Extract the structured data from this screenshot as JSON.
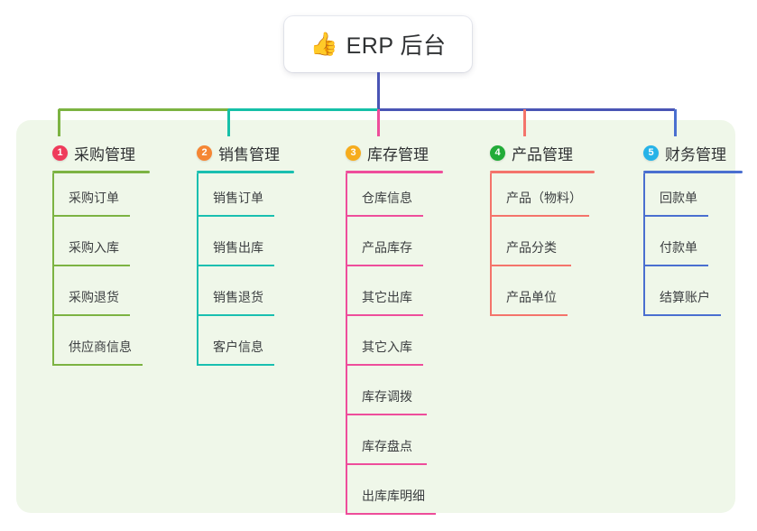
{
  "root": {
    "icon": "thumbs-up-icon",
    "emoji": "👍",
    "title": "ERP 后台"
  },
  "palette": {
    "panel_bg": "#eff7e9",
    "page_bg": "#ffffff",
    "stem": "#4a55b5",
    "bus_green": "#76b852",
    "bus_teal": "#16c0a8",
    "bus_indigo": "#4a55b5"
  },
  "columns": [
    {
      "number": "1",
      "label": "采购管理",
      "badge_color": "#ef3b5b",
      "line_color": "#7cb342",
      "drop_color": "#7cb342",
      "head_rule_width": 108,
      "items": [
        {
          "label": "采购订单",
          "rule_width": 86
        },
        {
          "label": "采购入库",
          "rule_width": 86
        },
        {
          "label": "采购退货",
          "rule_width": 86
        },
        {
          "label": "供应商信息",
          "rule_width": 100
        }
      ]
    },
    {
      "number": "2",
      "label": "销售管理",
      "badge_color": "#f58634",
      "line_color": "#19bfb0",
      "drop_color": "#19bfb0",
      "head_rule_width": 108,
      "items": [
        {
          "label": "销售订单",
          "rule_width": 86
        },
        {
          "label": "销售出库",
          "rule_width": 86
        },
        {
          "label": "销售退货",
          "rule_width": 86
        },
        {
          "label": "客户信息",
          "rule_width": 86
        }
      ]
    },
    {
      "number": "3",
      "label": "库存管理",
      "badge_color": "#f6ac1d",
      "line_color": "#ee4d9b",
      "drop_color": "#ee4d9b",
      "head_rule_width": 108,
      "items": [
        {
          "label": "仓库信息",
          "rule_width": 86
        },
        {
          "label": "产品库存",
          "rule_width": 86
        },
        {
          "label": "其它出库",
          "rule_width": 86
        },
        {
          "label": "其它入库",
          "rule_width": 86
        },
        {
          "label": "库存调拨",
          "rule_width": 90
        },
        {
          "label": "库存盘点",
          "rule_width": 90
        },
        {
          "label": "出库库明细",
          "rule_width": 100
        }
      ]
    },
    {
      "number": "4",
      "label": "产品管理",
      "badge_color": "#22ac38",
      "line_color": "#f4746b",
      "drop_color": "#f4746b",
      "head_rule_width": 116,
      "items": [
        {
          "label": "产品（物料）",
          "rule_width": 110
        },
        {
          "label": "产品分类",
          "rule_width": 90
        },
        {
          "label": "产品单位",
          "rule_width": 86
        }
      ]
    },
    {
      "number": "5",
      "label": "财务管理",
      "badge_color": "#26b3e8",
      "line_color": "#4a6fd0",
      "drop_color": "#4a6fd0",
      "head_rule_width": 110,
      "items": [
        {
          "label": "回款单",
          "rule_width": 72
        },
        {
          "label": "付款单",
          "rule_width": 72
        },
        {
          "label": "结算账户",
          "rule_width": 86
        }
      ]
    }
  ]
}
